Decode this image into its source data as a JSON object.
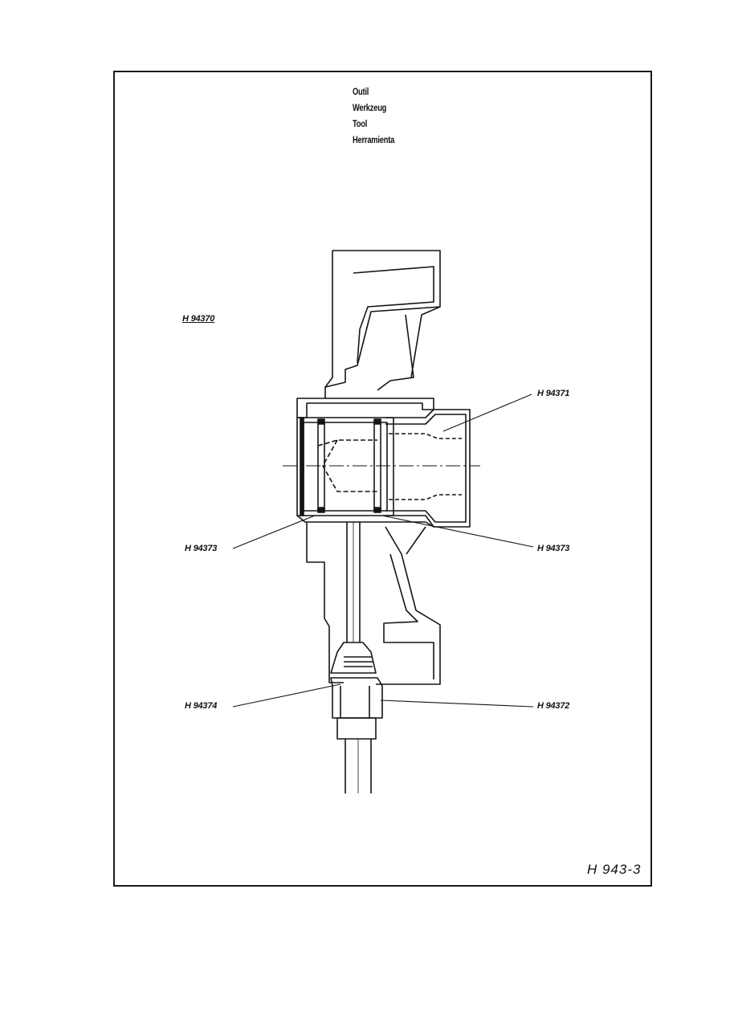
{
  "title_lines": [
    "Outil",
    "Werkzeug",
    "Tool",
    "Herramienta"
  ],
  "labels": {
    "main": "H 94370",
    "part_9371": "H 94371",
    "part_9373_left": "H 94373",
    "part_9373_right": "H 94373",
    "part_9374": "H 94374",
    "part_9372": "H 94372"
  },
  "drawing_ref": "H 943-3"
}
